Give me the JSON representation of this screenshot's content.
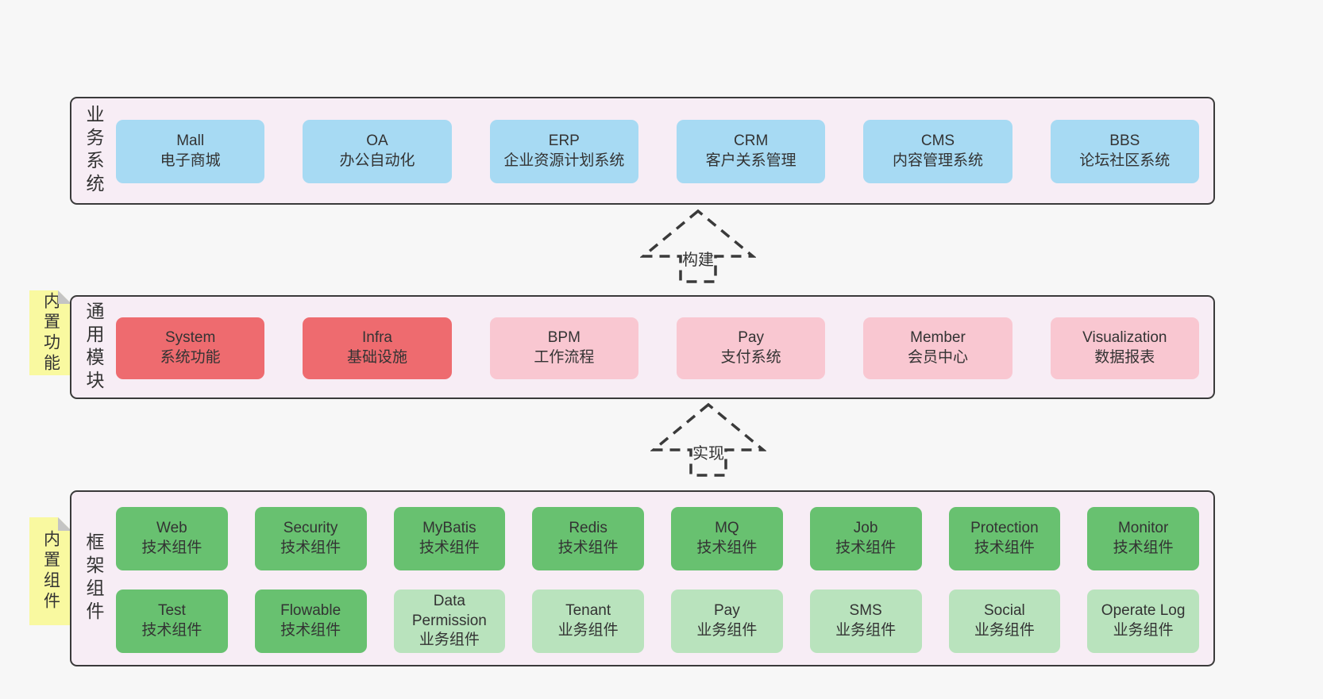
{
  "colors": {
    "page_bg": "#f7f7f7",
    "band_bg": "#f7edf5",
    "band_border": "#3a3a3a",
    "box_blue": "#a7daf3",
    "box_red": "#ee6b6f",
    "box_pink": "#f9c7d1",
    "box_green": "#68c170",
    "box_light_green": "#b9e3bd",
    "sticky_yellow": "#f9f9a0",
    "sticky_fold_gray": "#c4c4c4",
    "text": "#333333"
  },
  "arrows": [
    {
      "label": "构建"
    },
    {
      "label": "实现"
    }
  ],
  "stickies": [
    {
      "label": "内置功能"
    },
    {
      "label": "内置组件"
    }
  ],
  "bands": [
    {
      "label": "业务系统",
      "rows": [
        [
          {
            "name": "Mall",
            "desc": "电子商城"
          },
          {
            "name": "OA",
            "desc": "办公自动化"
          },
          {
            "name": "ERP",
            "desc": "企业资源计划系统"
          },
          {
            "name": "CRM",
            "desc": "客户关系管理"
          },
          {
            "name": "CMS",
            "desc": "内容管理系统"
          },
          {
            "name": "BBS",
            "desc": "论坛社区系统"
          }
        ]
      ]
    },
    {
      "label": "通用模块",
      "rows": [
        [
          {
            "name": "System",
            "desc": "系统功能"
          },
          {
            "name": "Infra",
            "desc": "基础设施"
          },
          {
            "name": "BPM",
            "desc": "工作流程"
          },
          {
            "name": "Pay",
            "desc": "支付系统"
          },
          {
            "name": "Member",
            "desc": "会员中心"
          },
          {
            "name": "Visualization",
            "desc": "数据报表"
          }
        ]
      ]
    },
    {
      "label": "框架组件",
      "rows": [
        [
          {
            "name": "Web",
            "desc": "技术组件"
          },
          {
            "name": "Security",
            "desc": "技术组件"
          },
          {
            "name": "MyBatis",
            "desc": "技术组件"
          },
          {
            "name": "Redis",
            "desc": "技术组件"
          },
          {
            "name": "MQ",
            "desc": "技术组件"
          },
          {
            "name": "Job",
            "desc": "技术组件"
          },
          {
            "name": "Protection",
            "desc": "技术组件"
          },
          {
            "name": "Monitor",
            "desc": "技术组件"
          }
        ],
        [
          {
            "name": "Test",
            "desc": "技术组件"
          },
          {
            "name": "Flowable",
            "desc": "技术组件"
          },
          {
            "name": "Data Permission",
            "desc": "业务组件"
          },
          {
            "name": "Tenant",
            "desc": "业务组件"
          },
          {
            "name": "Pay",
            "desc": "业务组件"
          },
          {
            "name": "SMS",
            "desc": "业务组件"
          },
          {
            "name": "Social",
            "desc": "业务组件"
          },
          {
            "name": "Operate Log",
            "desc": "业务组件"
          }
        ]
      ]
    }
  ]
}
